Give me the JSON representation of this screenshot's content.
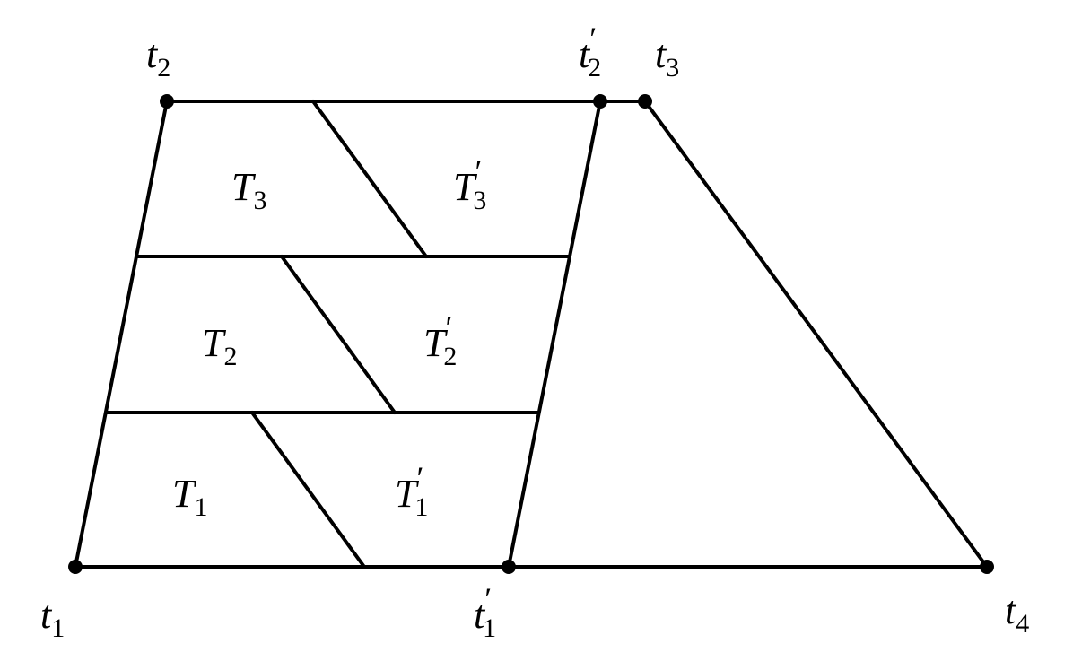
{
  "diagram": {
    "colors": {
      "stroke": "#000000",
      "background": "#ffffff"
    },
    "vertices": {
      "t1": {
        "base": "t",
        "sub": "1",
        "prime": ""
      },
      "t2": {
        "base": "t",
        "sub": "2",
        "prime": ""
      },
      "t1p": {
        "base": "t",
        "sub": "1",
        "prime": "′"
      },
      "t2p": {
        "base": "t",
        "sub": "2",
        "prime": "′"
      },
      "t3": {
        "base": "t",
        "sub": "3",
        "prime": ""
      },
      "t4": {
        "base": "t",
        "sub": "4",
        "prime": ""
      }
    },
    "regions": {
      "T1": {
        "base": "T",
        "sub": "1",
        "prime": ""
      },
      "T2": {
        "base": "T",
        "sub": "2",
        "prime": ""
      },
      "T3": {
        "base": "T",
        "sub": "3",
        "prime": ""
      },
      "T1p": {
        "base": "T",
        "sub": "1",
        "prime": "′"
      },
      "T2p": {
        "base": "T",
        "sub": "2",
        "prime": "′"
      },
      "T3p": {
        "base": "T",
        "sub": "3",
        "prime": "′"
      }
    }
  }
}
